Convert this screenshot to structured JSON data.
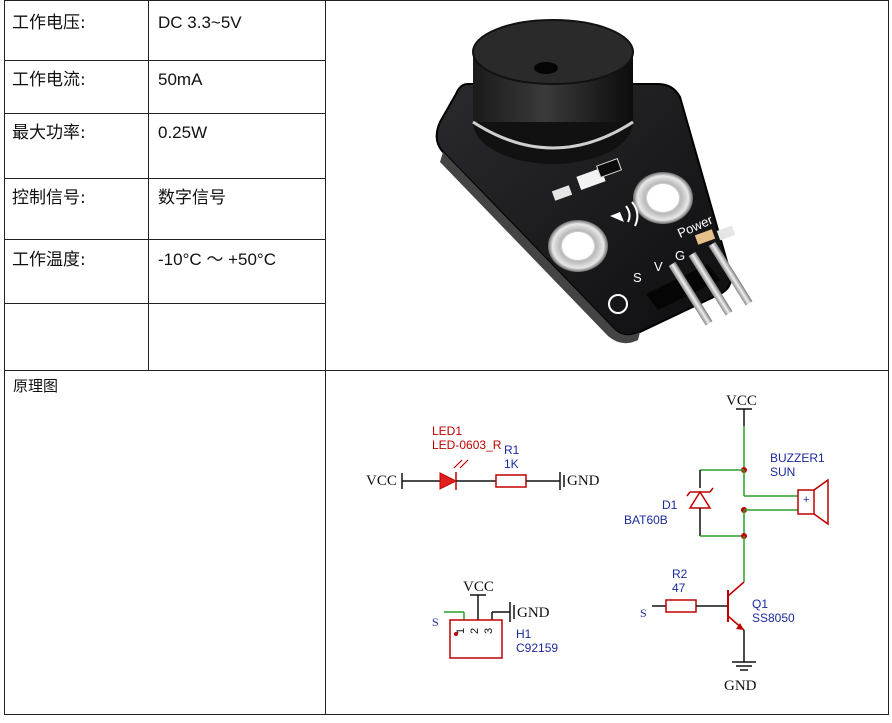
{
  "specs": [
    {
      "label": "工作电压:",
      "value": "DC 3.3~5V"
    },
    {
      "label": "工作电流:",
      "value": "50mA"
    },
    {
      "label": "最大功率:",
      "value": "0.25W"
    },
    {
      "label": "控制信号:",
      "value": "数字信号"
    },
    {
      "label": "工作温度:",
      "value": "-10°C ～ +50°C"
    },
    {
      "label": "",
      "value": ""
    }
  ],
  "schematic_title": "原理图",
  "board": {
    "pin_labels": [
      "S",
      "V",
      "G"
    ],
    "power_label": "Power"
  },
  "schematic": {
    "led_ref": "LED1",
    "led_model": "LED-0603_R",
    "r1_ref": "R1",
    "r1_value": "1K",
    "vcc": "VCC",
    "gnd": "GND",
    "header_ref": "H1",
    "header_model": "C92159",
    "header_pins": [
      "1",
      "2",
      "3"
    ],
    "s_label": "S",
    "buzzer_ref": "BUZZER1",
    "buzzer_model": "SUN",
    "buzzer_plus": "+",
    "diode_ref": "D1",
    "diode_model": "BAT60B",
    "r2_ref": "R2",
    "r2_value": "47",
    "q_ref": "Q1",
    "q_model": "SS8050"
  },
  "colors": {
    "grid": "#222222",
    "wire_green": "#2aa02a",
    "part_red": "#c00000",
    "label_blue": "#1a2a9a",
    "led_fill": "#e02020"
  }
}
